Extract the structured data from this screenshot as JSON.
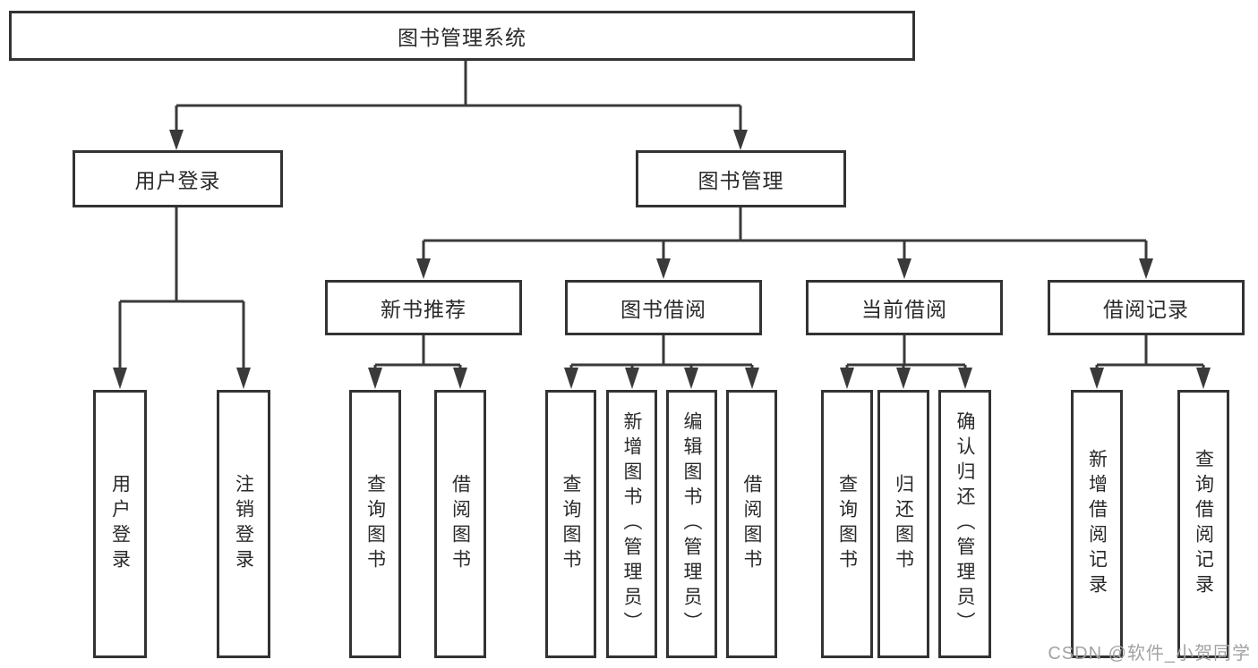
{
  "diagram": {
    "root": "图书管理系统",
    "level2": {
      "user_login": "用户登录",
      "book_mgmt": "图书管理"
    },
    "level3": {
      "new_book_recommend": "新书推荐",
      "book_borrow": "图书借阅",
      "current_borrow": "当前借阅",
      "borrow_records": "借阅记录"
    },
    "leaves": {
      "user_login": [
        "用户登录",
        "注销登录"
      ],
      "new_book_recommend": [
        "查询图书",
        "借阅图书"
      ],
      "book_borrow": [
        "查询图书",
        "新增图书（管理员）",
        "编辑图书（管理员）",
        "借阅图书"
      ],
      "current_borrow": [
        "查询图书",
        "归还图书",
        "确认归还（管理员）"
      ],
      "borrow_records": [
        "新增借阅记录",
        "查询借阅记录"
      ]
    },
    "watermark": "CSDN @软件_小贺同学",
    "colors": {
      "line": "#3a3a3a",
      "box_border": "#333333",
      "text": "#2a2a2a",
      "watermark": "#a3a3a3",
      "background": "#ffffff"
    }
  }
}
